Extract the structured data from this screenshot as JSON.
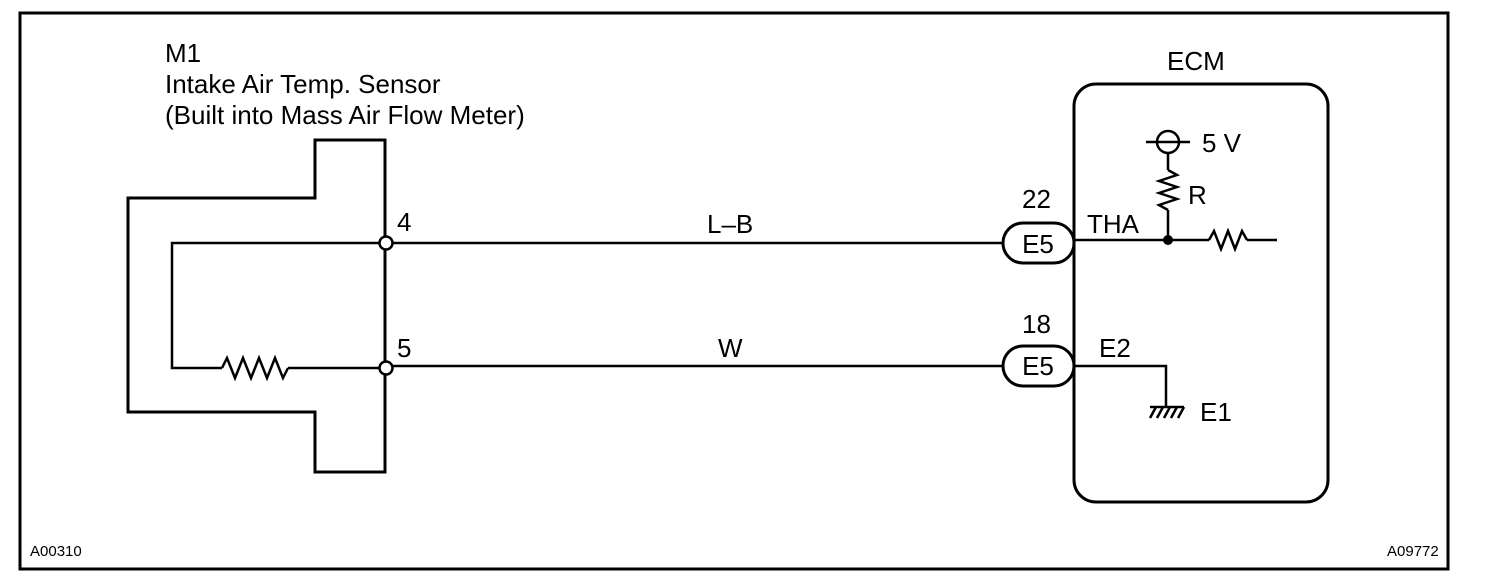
{
  "sensor": {
    "code": "M1",
    "name": "Intake Air Temp. Sensor",
    "note": "(Built into Mass Air Flow Meter)"
  },
  "ecm": {
    "title": "ECM",
    "supply": "5 V",
    "resistor_label": "R",
    "signal_terminal": "THA",
    "ground_terminal": "E2",
    "ground_label": "E1"
  },
  "pins": {
    "pin_4": "4",
    "pin_5": "5"
  },
  "wires": {
    "signal_color": "L–B",
    "ground_color": "W"
  },
  "connectors": {
    "signal_pin": "22",
    "signal_connector": "E5",
    "ground_pin": "18",
    "ground_connector": "E5"
  },
  "figure_ids": {
    "left": "A00310",
    "right": "A09772"
  }
}
